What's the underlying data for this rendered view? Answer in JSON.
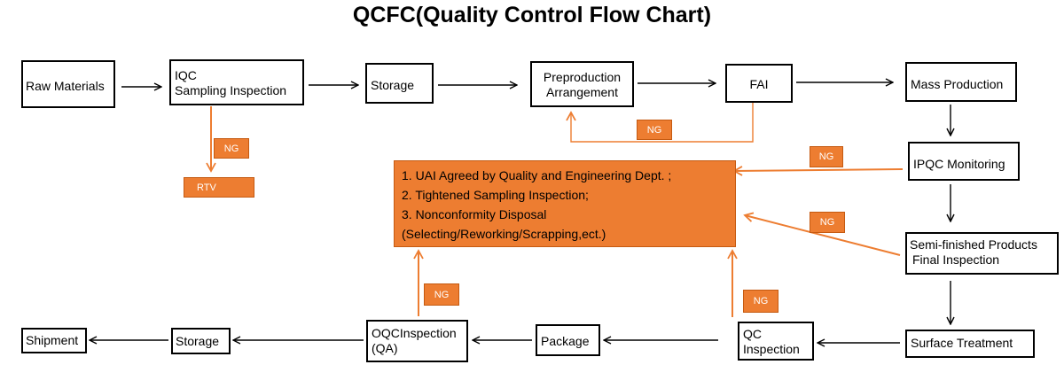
{
  "title": "QCFC(Quality Control Flow Chart)",
  "nodes": {
    "raw_materials": "Raw Materials",
    "iqc": [
      "IQC",
      "Sampling Inspection"
    ],
    "storage_1": "Storage",
    "preproduction": [
      "Preproduction",
      "Arrangement"
    ],
    "fai": "FAI",
    "mass_production": "Mass Production",
    "ipqc": "IPQC Monitoring",
    "semi_finished": [
      "Semi-finished Products",
      "Final Inspection"
    ],
    "surface_treatment": "Surface Treatment",
    "qc_inspection": [
      "QC",
      "Inspection"
    ],
    "package": "Package",
    "oqc": [
      "OQCInspection",
      "(QA)"
    ],
    "storage_2": "Storage",
    "shipment": "Shipment"
  },
  "ng_label": "NG",
  "rtv_label": "RTV",
  "nonconformity_actions": [
    "1. UAI Agreed by Quality and Engineering Dept. ;",
    "2. Tightened Sampling Inspection;",
    "3. Nonconformity Disposal",
    "(Selecting/Reworking/Scrapping,ect.)"
  ],
  "colors": {
    "ng_fill": "#ED7D31",
    "ng_line": "#ED7D31",
    "box_border": "#000000",
    "arrow": "#000000"
  }
}
